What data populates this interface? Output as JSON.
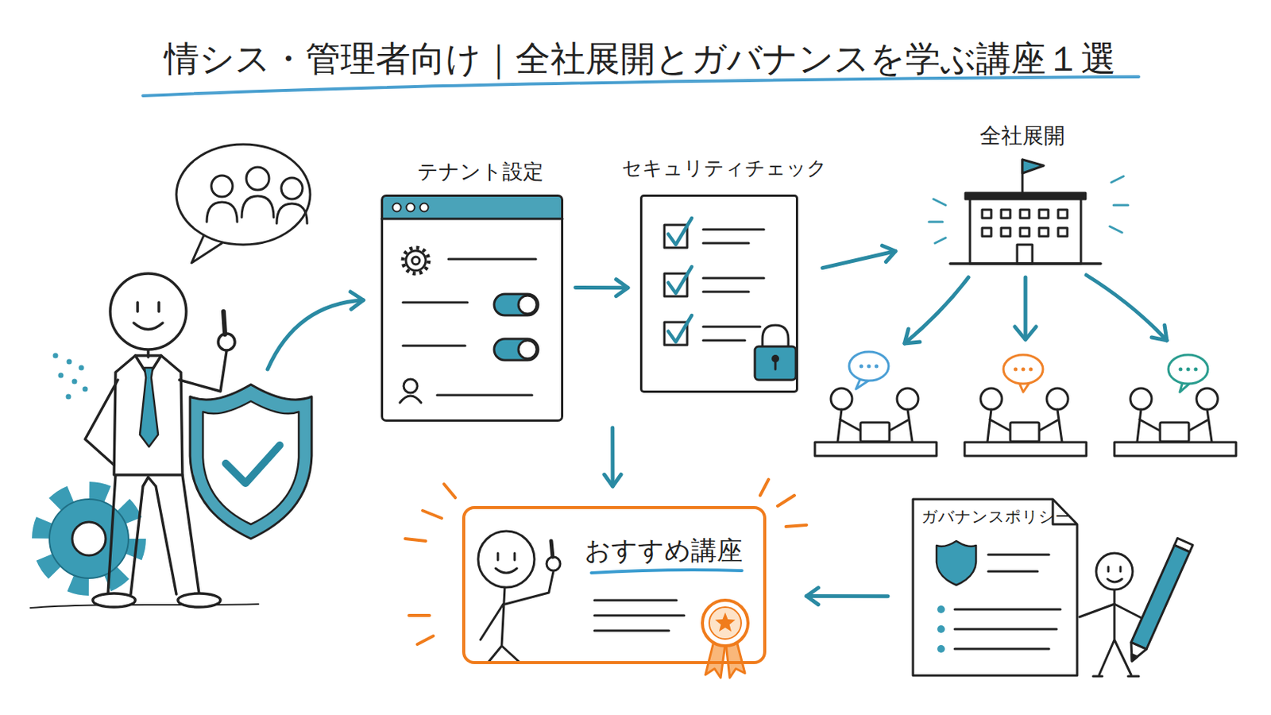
{
  "diagram": {
    "title": "情シス・管理者向け｜全社展開とガバナンスを学ぶ講座１選",
    "nodes": [
      {
        "text": [
          "テナント設定"
        ]
      },
      {
        "text": [
          "セキュリティチェック"
        ]
      },
      {
        "text": [
          "全社展開"
        ]
      },
      {
        "text": [
          "おすすめ講座"
        ]
      },
      {
        "text": [
          "ガバナンスポリシー"
        ]
      }
    ],
    "edges": [
      {
        "from": 0,
        "to": 1,
        "arrow": "to"
      },
      {
        "from": 1,
        "to": 2,
        "arrow": "to"
      },
      {
        "from": 0,
        "to": 3,
        "arrow": "to"
      },
      {
        "from": 4,
        "to": 3,
        "arrow": "to"
      }
    ]
  }
}
